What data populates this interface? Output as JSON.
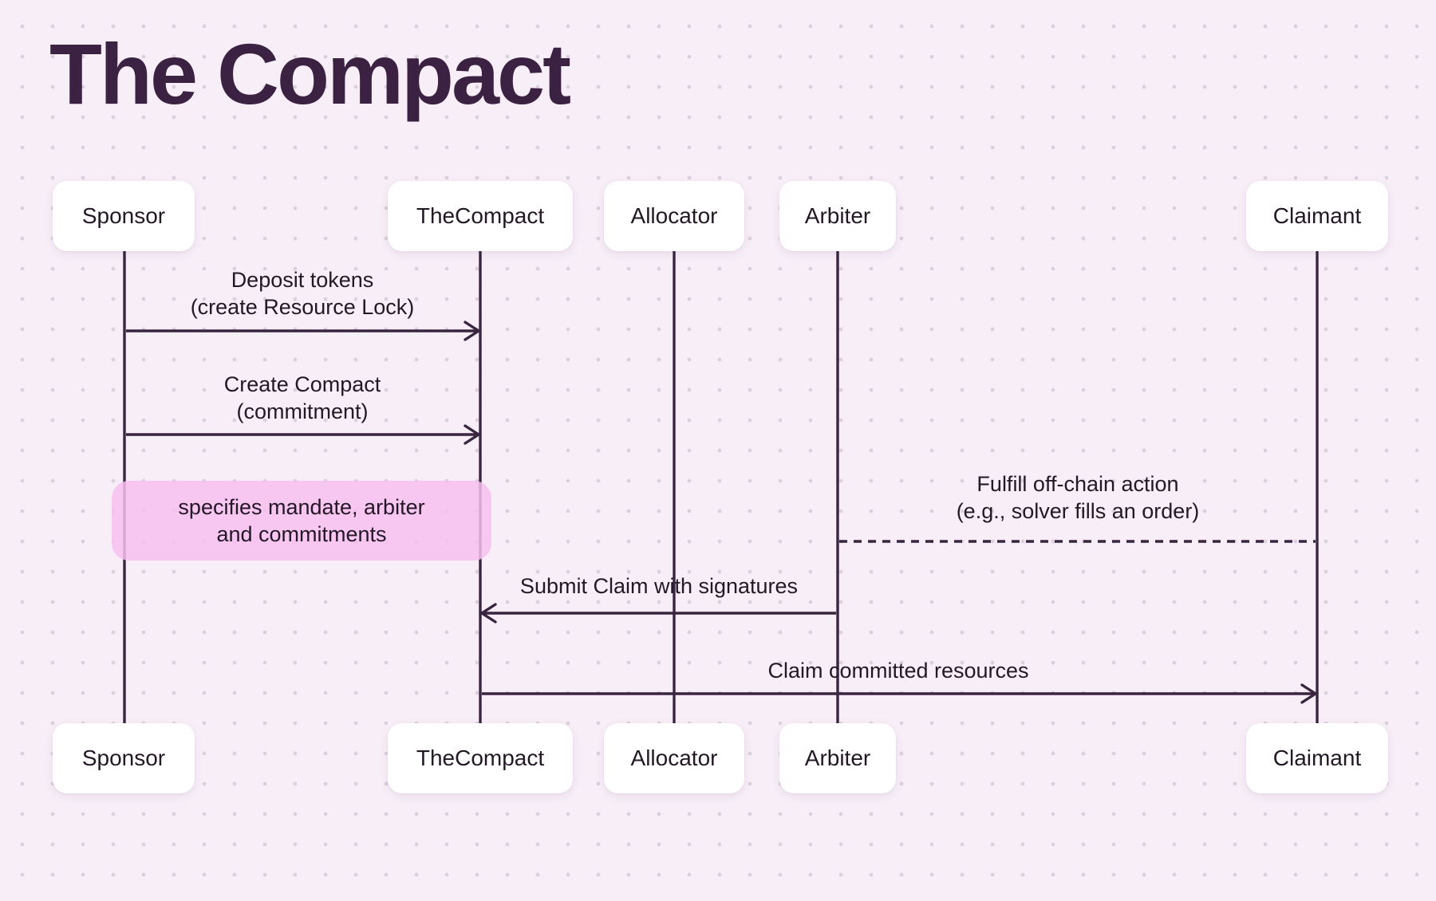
{
  "title": "The Compact",
  "actors": [
    {
      "id": "sponsor",
      "label": "Sponsor"
    },
    {
      "id": "thecompact",
      "label": "TheCompact"
    },
    {
      "id": "allocator",
      "label": "Allocator"
    },
    {
      "id": "arbiter",
      "label": "Arbiter"
    },
    {
      "id": "claimant",
      "label": "Claimant"
    }
  ],
  "messages": [
    {
      "from": "Sponsor",
      "to": "TheCompact",
      "style": "solid-arrow-right",
      "line1": "Deposit tokens",
      "line2": "(create Resource Lock)"
    },
    {
      "from": "Sponsor",
      "to": "TheCompact",
      "style": "solid-arrow-right",
      "line1": "Create Compact",
      "line2": "(commitment)"
    },
    {
      "from": "Arbiter",
      "to": "Claimant",
      "style": "dashed-line",
      "line1": "Fulfill off-chain action",
      "line2": "(e.g., solver fills an order)"
    },
    {
      "from": "Arbiter",
      "to": "TheCompact",
      "style": "solid-arrow-left",
      "line1": "Submit Claim with signatures"
    },
    {
      "from": "TheCompact",
      "to": "Claimant",
      "style": "solid-arrow-right",
      "line1": "Claim committed resources"
    }
  ],
  "note": {
    "line1": "specifies mandate, arbiter",
    "line2": "and commitments"
  },
  "colors": {
    "background": "#f8eef8",
    "dot": "#ddcedd",
    "line": "#3a2540",
    "title": "#3b2142",
    "note_pink": "#f7c0ef",
    "box_bg": "#ffffff",
    "text": "#241726"
  }
}
